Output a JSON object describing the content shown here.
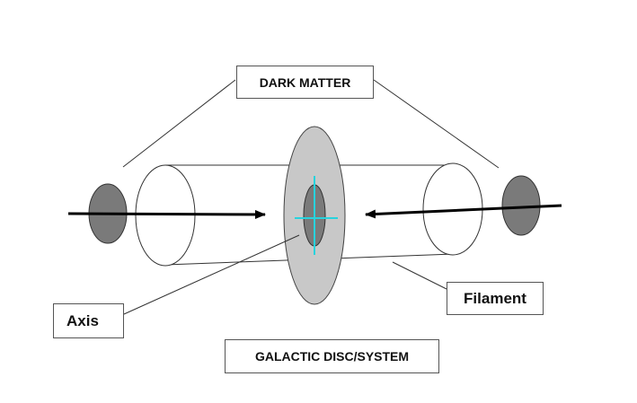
{
  "labels": {
    "dark_matter": "DARK MATTER",
    "axis": "Axis",
    "filament": "Filament",
    "galactic_disc": "GALACTIC DISC/SYSTEM"
  },
  "colors": {
    "disc_fill": "#c8c8c8",
    "dark_matter_fill": "#7a7a7a",
    "axis_marker": "#27d3dd",
    "line": "#000000"
  }
}
